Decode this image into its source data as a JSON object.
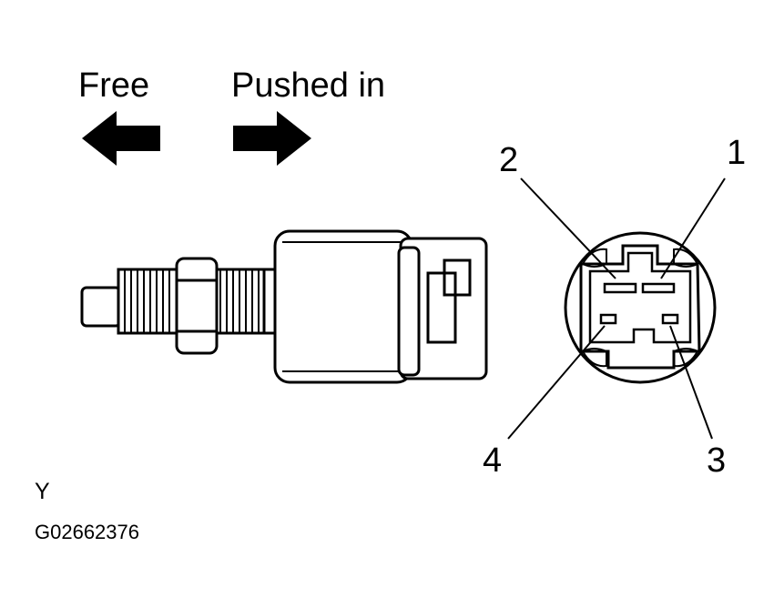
{
  "labels": {
    "free": "Free",
    "pushed_in": "Pushed in",
    "view_letter": "Y",
    "figure_code": "G02662376"
  },
  "terminals": [
    "1",
    "2",
    "3",
    "4"
  ],
  "colors": {
    "ink": "#000000",
    "paper": "#ffffff"
  }
}
